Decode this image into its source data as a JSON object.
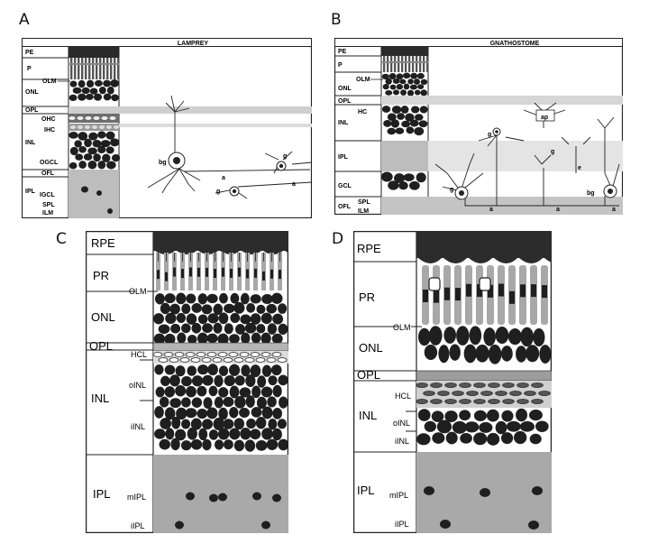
{
  "panels": {
    "a": {
      "letter": "A",
      "title": "LAMPREY",
      "layers": [
        "PE",
        "P",
        "OLM",
        "ONL",
        "OPL",
        "OHC",
        "IHC",
        "INL",
        "OGCL",
        "OFL",
        "IPL",
        "IGCL",
        "SPL",
        "ILM"
      ],
      "cells": [
        "bg",
        "g",
        "g",
        "a",
        "a"
      ]
    },
    "b": {
      "letter": "B",
      "title": "GNATHOSTOME",
      "layers": [
        "PE",
        "P",
        "OLM",
        "ONL",
        "OPL",
        "HC",
        "INL",
        "IPL",
        "GCL",
        "OFL",
        "SPL",
        "ILM"
      ],
      "cells": [
        "ap",
        "g",
        "g",
        "e",
        "g",
        "bg",
        "a",
        "a",
        "a"
      ]
    },
    "c": {
      "letter": "C",
      "layers": [
        "RPE",
        "PR",
        "OLM",
        "ONL",
        "OPL",
        "INL",
        "HCL",
        "oINL",
        "iINL",
        "IPL",
        "mIPL",
        "iIPL"
      ]
    },
    "d": {
      "letter": "D",
      "layers": [
        "RPE",
        "PR",
        "OLM",
        "ONL",
        "OPL",
        "INL",
        "HCL",
        "oINL",
        "iINL",
        "IPL",
        "mIPL",
        "iIPL"
      ]
    }
  },
  "colors": {
    "ink": "#1f1f1f",
    "gray": "#a8a8a8",
    "light_gray": "#d0d0d0",
    "paper": "#ffffff"
  }
}
